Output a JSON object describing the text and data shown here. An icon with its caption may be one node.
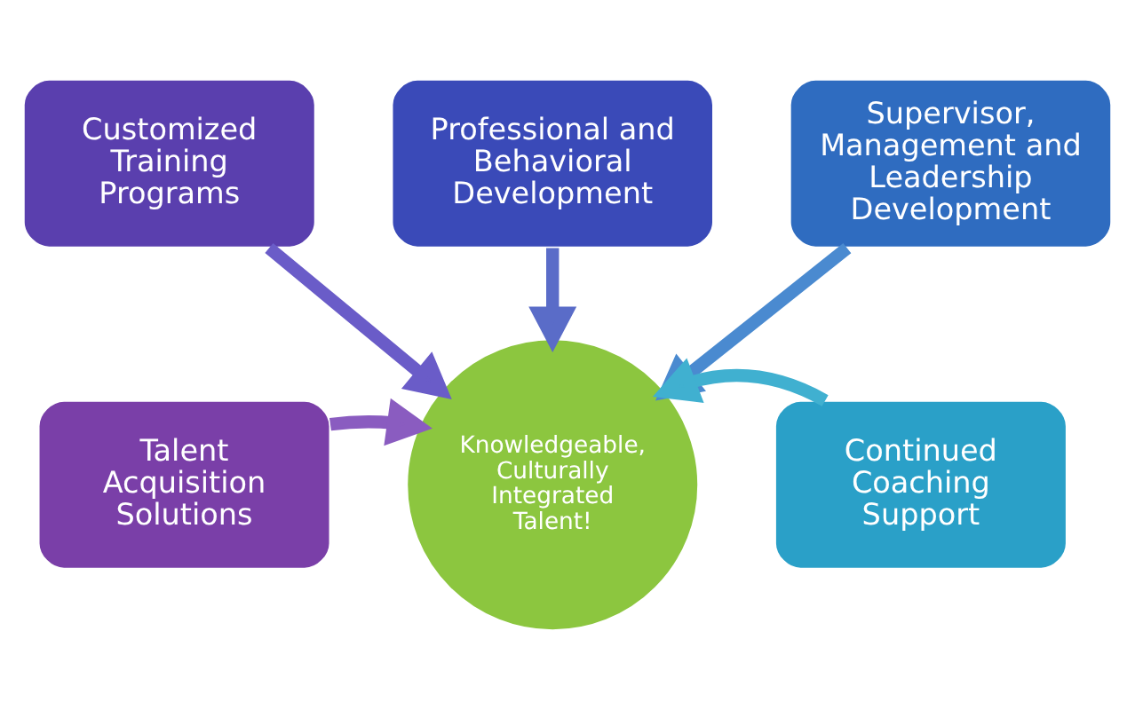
{
  "diagram": {
    "nodes": [
      {
        "text": [
          "Talent Acquisition Solutions"
        ]
      },
      {
        "text": [
          "Customized Training Programs"
        ]
      },
      {
        "text": [
          "Professional and Behavioral Development"
        ]
      },
      {
        "text": [
          "Supervisor, Management and Leadership Development"
        ]
      },
      {
        "text": [
          "Continued Coaching Support"
        ]
      },
      {
        "text": [
          "Knowledgeable, Culturally Integrated Talent!"
        ]
      }
    ],
    "edges": [
      {
        "from": 0,
        "to": 5,
        "arrow": "to",
        "color": "#8a5cc0"
      },
      {
        "from": 1,
        "to": 5,
        "arrow": "to",
        "color": "#6a5cc8"
      },
      {
        "from": 2,
        "to": 5,
        "arrow": "to",
        "color": "#5a6cc8"
      },
      {
        "from": 3,
        "to": 5,
        "arrow": "to",
        "color": "#4a8ad0"
      },
      {
        "from": 4,
        "to": 5,
        "arrow": "to",
        "color": "#40b0d0"
      }
    ]
  }
}
